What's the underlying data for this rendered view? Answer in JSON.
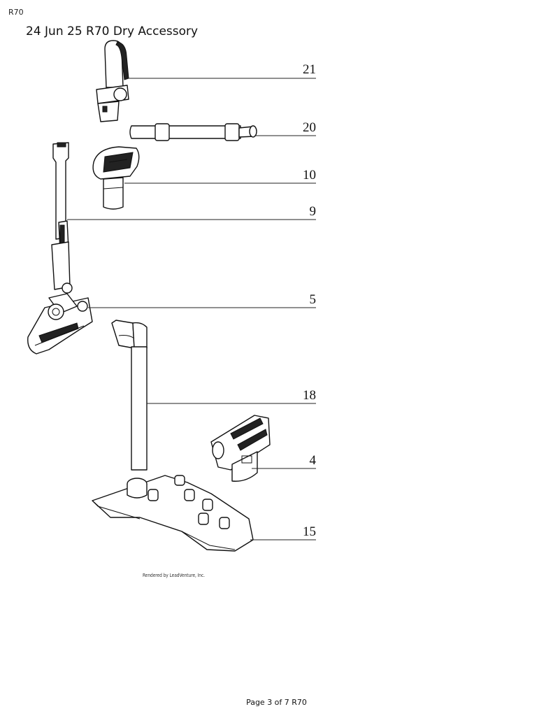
{
  "header": {
    "model_code": "R70",
    "title": "24 Jun 25 R70 Dry Accessory"
  },
  "diagram": {
    "callouts": [
      "21",
      "20",
      "10",
      "9",
      "5",
      "18",
      "4",
      "15"
    ],
    "credit": "Rendered by LeadVenture, Inc."
  },
  "footer": {
    "page_label": "Page 3 of 7 R70"
  }
}
